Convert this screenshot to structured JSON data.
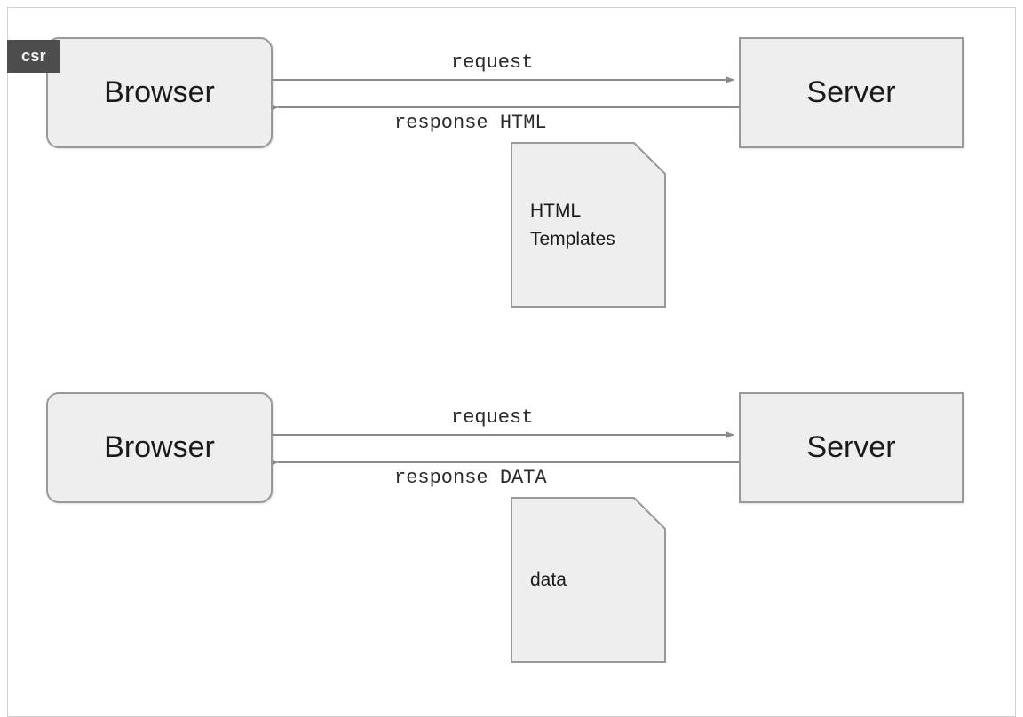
{
  "canvas": {
    "background_color": "#ffffff",
    "border_color": "#d0d0d0"
  },
  "tab": {
    "label": "csr",
    "background_color": "#4d4d4d",
    "text_color": "#f4f4f4"
  },
  "style": {
    "node_fill": "#eeeeee",
    "node_stroke": "#999999",
    "connector_color": "#8a8a8a",
    "text_color": "#1a1a1a"
  },
  "flows": [
    {
      "id": "csr",
      "browser": {
        "label": "Browser",
        "shape": "rounded-rectangle"
      },
      "server": {
        "label": "Server",
        "shape": "rectangle"
      },
      "edges": [
        {
          "label": "request",
          "direction": "browser-to-server"
        },
        {
          "label": "response HTML",
          "direction": "server-to-browser"
        }
      ],
      "document": {
        "label": "HTML\nTemplates",
        "shape": "document-cut-corner"
      }
    },
    {
      "id": "ssr",
      "browser": {
        "label": "Browser",
        "shape": "rounded-rectangle"
      },
      "server": {
        "label": "Server",
        "shape": "rectangle"
      },
      "edges": [
        {
          "label": "request",
          "direction": "browser-to-server"
        },
        {
          "label": "response DATA",
          "direction": "server-to-browser"
        }
      ],
      "document": {
        "label": "data",
        "shape": "document-cut-corner"
      }
    }
  ]
}
